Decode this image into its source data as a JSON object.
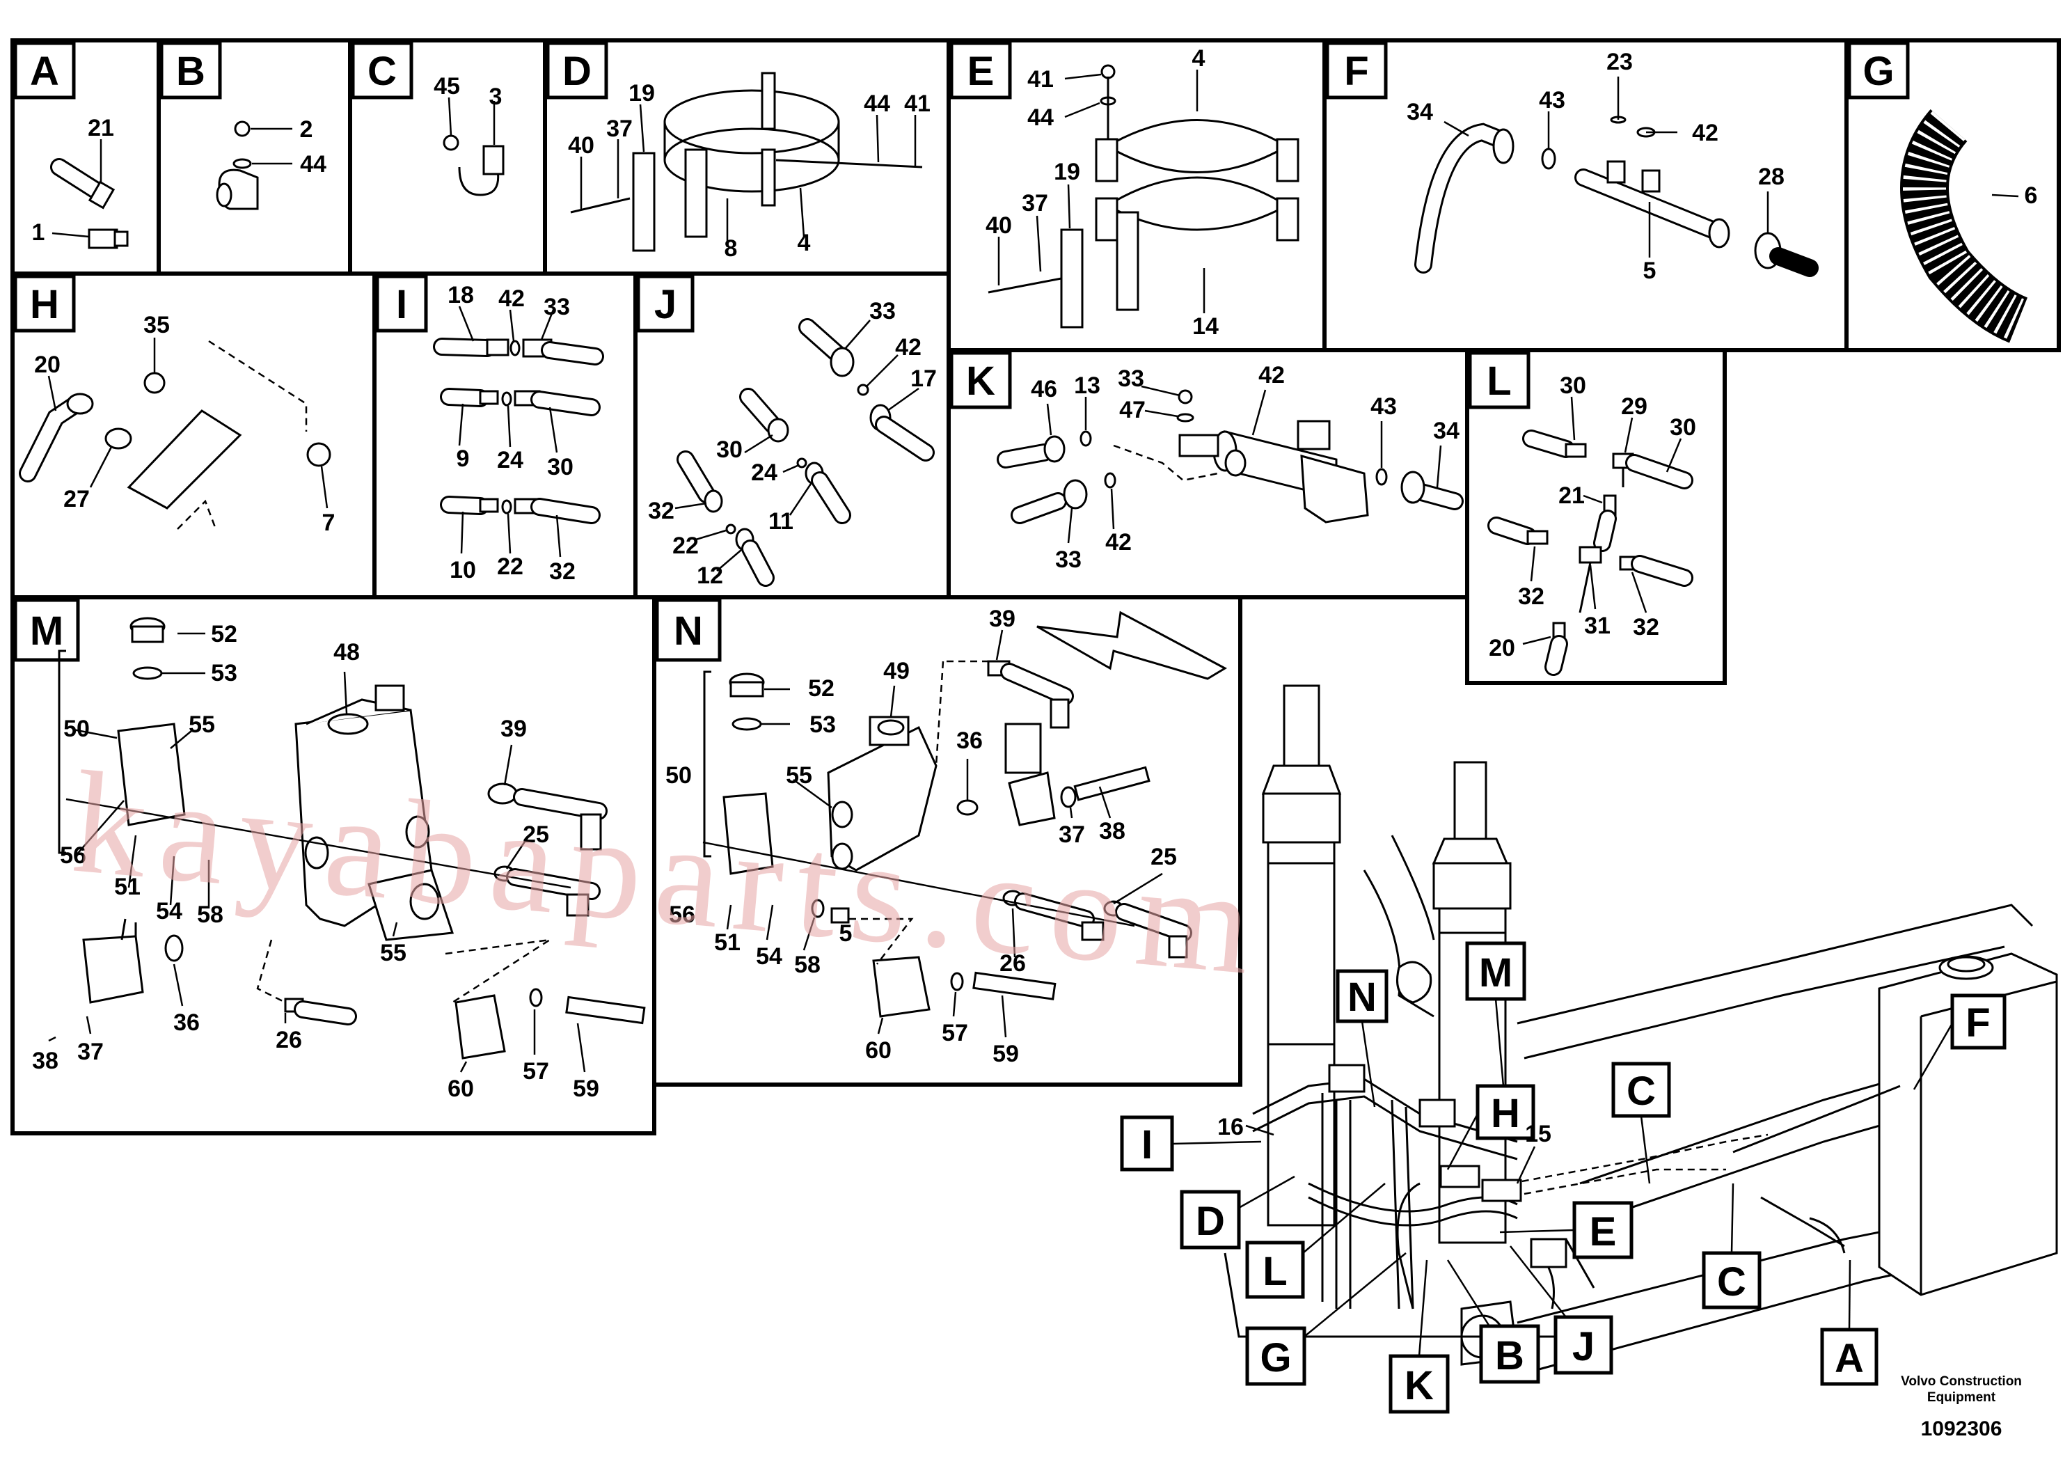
{
  "panels": {
    "A": {
      "letter": "A",
      "labels": [
        "21",
        "1"
      ]
    },
    "B": {
      "letter": "B",
      "labels": [
        "2",
        "44"
      ]
    },
    "C": {
      "letter": "C",
      "labels": [
        "45",
        "3"
      ]
    },
    "D": {
      "letter": "D",
      "labels": [
        "19",
        "37",
        "40",
        "44",
        "41",
        "8",
        "4"
      ]
    },
    "E": {
      "letter": "E",
      "labels": [
        "41",
        "44",
        "4",
        "19",
        "37",
        "40",
        "14"
      ]
    },
    "F": {
      "letter": "F",
      "labels": [
        "23",
        "43",
        "42",
        "34",
        "28",
        "5"
      ]
    },
    "G": {
      "letter": "G",
      "labels": [
        "6"
      ]
    },
    "H": {
      "letter": "H",
      "labels": [
        "35",
        "20",
        "27",
        "7"
      ]
    },
    "I": {
      "letter": "I",
      "labels": [
        "18",
        "42",
        "33",
        "9",
        "24",
        "30",
        "10",
        "22",
        "32"
      ]
    },
    "J": {
      "letter": "J",
      "labels": [
        "33",
        "42",
        "17",
        "30",
        "24",
        "11",
        "32",
        "22",
        "12"
      ]
    },
    "K": {
      "letter": "K",
      "labels": [
        "46",
        "13",
        "33",
        "42",
        "47",
        "43",
        "34",
        "33",
        "42"
      ]
    },
    "L": {
      "letter": "L",
      "labels": [
        "30",
        "29",
        "30",
        "21",
        "32",
        "31",
        "32",
        "20"
      ]
    },
    "M": {
      "letter": "M",
      "labels": [
        "52",
        "53",
        "48",
        "50",
        "55",
        "39",
        "25",
        "56",
        "51",
        "54",
        "58",
        "55",
        "36",
        "26",
        "38",
        "37",
        "60",
        "57",
        "59"
      ]
    },
    "N": {
      "letter": "N",
      "labels": [
        "39",
        "52",
        "53",
        "49",
        "50",
        "55",
        "36",
        "38",
        "37",
        "25",
        "56",
        "51",
        "54",
        "58",
        "5",
        "26",
        "60",
        "57",
        "59"
      ]
    }
  },
  "overview": {
    "callouts": [
      "N",
      "M",
      "I",
      "H",
      "C",
      "F",
      "E",
      "D",
      "L",
      "C",
      "G",
      "K",
      "B",
      "J",
      "A"
    ],
    "numbers": [
      "16",
      "15"
    ]
  },
  "watermark": "kayabaparts.com",
  "caption": {
    "line1": "Volvo Construction",
    "line2": "Equipment"
  },
  "doc_number": "1092306"
}
